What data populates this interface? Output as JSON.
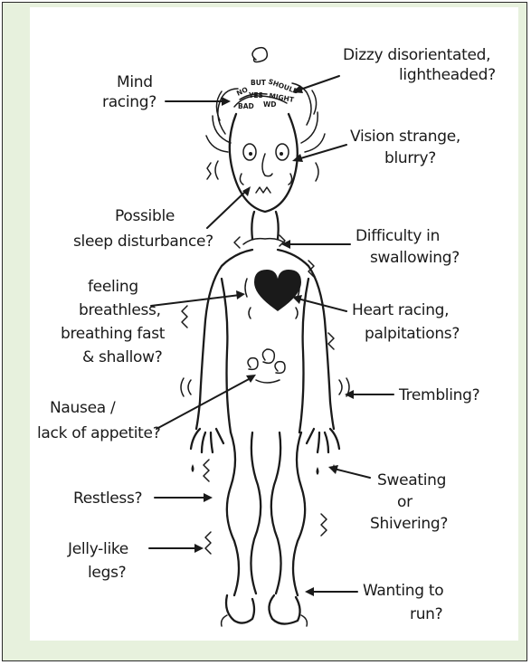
{
  "labels": {
    "mind_1": "Mind",
    "mind_2": "racing?",
    "dizzy_1": "Dizzy disorientated,",
    "dizzy_2": "lightheaded?",
    "vision_1": "Vision strange,",
    "vision_2": "blurry?",
    "sleep_1": "Possible",
    "sleep_2": "sleep disturbance?",
    "swallow_1": "Difficulty in",
    "swallow_2": "swallowing?",
    "breath_1": "feeling",
    "breath_2": "breathless,",
    "breath_3": "breathing fast",
    "breath_4": "& shallow?",
    "heart_1": "Heart racing,",
    "heart_2": "palpitations?",
    "nausea_1": "Nausea /",
    "nausea_2": "lack of appetite?",
    "trembling": "Trembling?",
    "sweat_1": "Sweating",
    "sweat_2": "or",
    "sweat_3": "Shivering?",
    "restless": "Restless?",
    "jelly_1": "Jelly-like",
    "jelly_2": "legs?",
    "run_1": "Wanting to",
    "run_2": "run?"
  },
  "head_words": {
    "w1": "NO",
    "w2": "BUT",
    "w3": "SHOULD",
    "w4": "YES",
    "w5": "MIGHT",
    "w6": "WD",
    "w7": "BAD"
  },
  "colors": {
    "frame_background": "#e7f1dd",
    "ink": "#1a1a1a",
    "paper": "#ffffff"
  }
}
